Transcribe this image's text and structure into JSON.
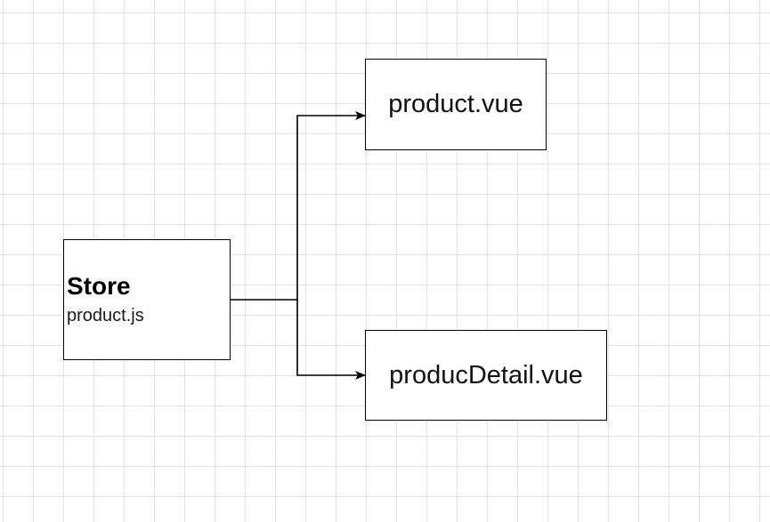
{
  "nodes": {
    "store": {
      "title": "Store",
      "subtitle": "product.js"
    },
    "product": {
      "label": "product.vue"
    },
    "detail": {
      "label": "producDetail.vue"
    }
  },
  "edges": [
    {
      "from": "store",
      "to": "product"
    },
    {
      "from": "store",
      "to": "detail"
    }
  ],
  "colors": {
    "stroke": "#000000",
    "grid": "#e3e3e3",
    "background": "#ffffff"
  }
}
